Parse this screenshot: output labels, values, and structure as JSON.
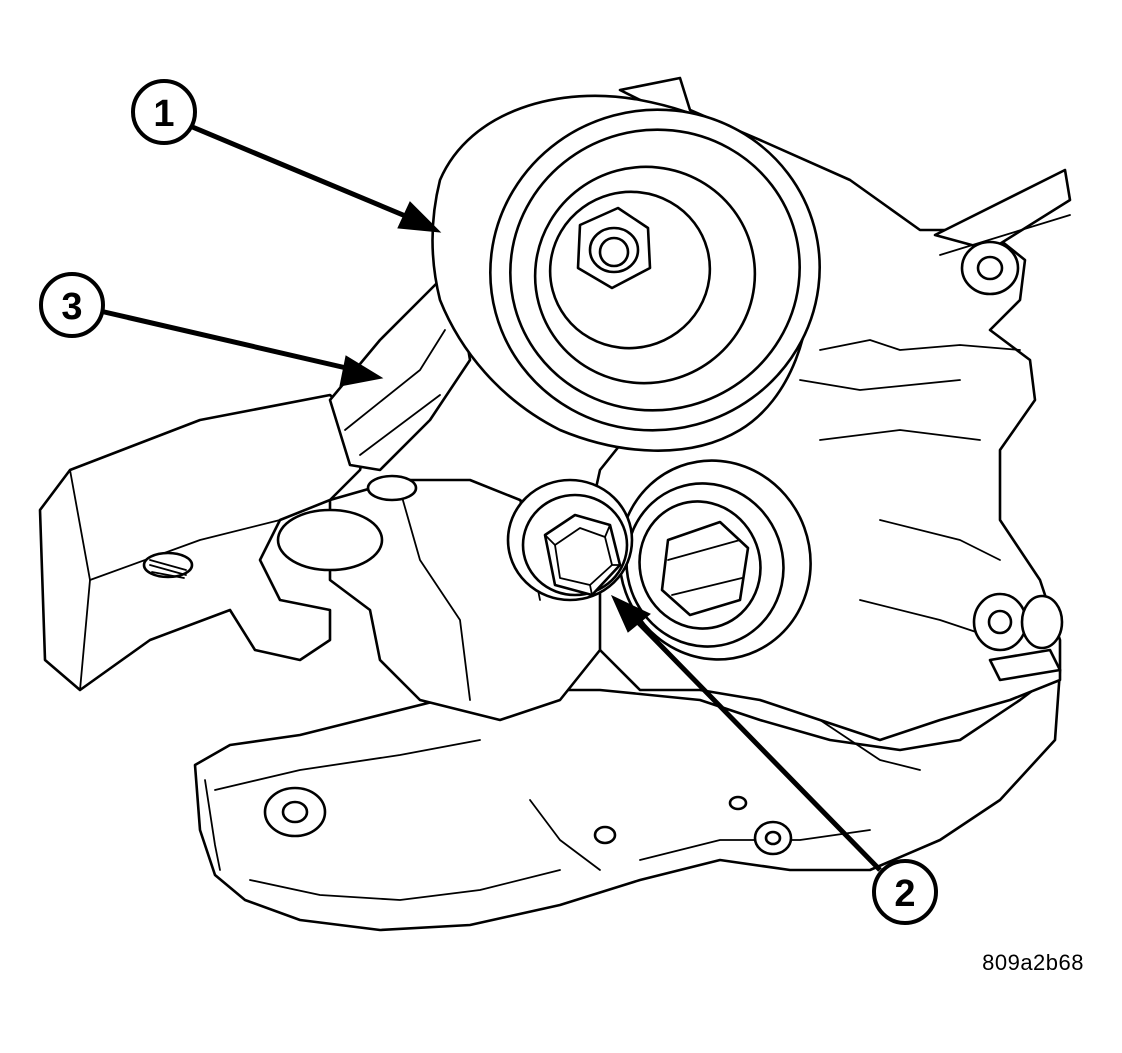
{
  "figure": {
    "id_label": "809a2b68"
  },
  "callouts": [
    {
      "label": "1"
    },
    {
      "label": "2"
    },
    {
      "label": "3"
    }
  ]
}
